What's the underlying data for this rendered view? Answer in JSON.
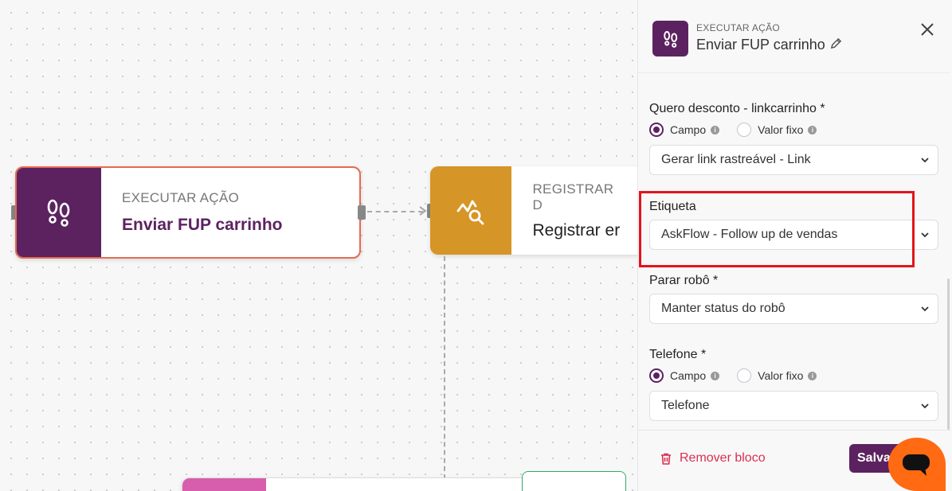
{
  "canvas": {
    "node1": {
      "type": "EXECUTAR AÇÃO",
      "name": "Enviar FUP carrinho",
      "icon": "footprints-icon"
    },
    "node2": {
      "type": "REGISTRAR D",
      "name": "Registrar er",
      "icon": "chart-search-icon"
    }
  },
  "panel": {
    "kicker": "EXECUTAR AÇÃO",
    "title": "Enviar FUP carrinho",
    "fields": {
      "desconto": {
        "label": "Quero desconto - linkcarrinho *",
        "radio_campo": "Campo",
        "radio_valor": "Valor fixo",
        "selected": "Campo",
        "value": "Gerar link rastreável - Link"
      },
      "etiqueta": {
        "label": "Etiqueta",
        "value": "AskFlow - Follow up de vendas"
      },
      "parar_robo": {
        "label": "Parar robô *",
        "value": "Manter status do robô"
      },
      "telefone": {
        "label": "Telefone *",
        "radio_campo": "Campo",
        "radio_valor": "Valor fixo",
        "selected": "Campo",
        "value": "Telefone"
      }
    },
    "footer": {
      "remove_label": "Remover bloco",
      "save_label": "Salvar"
    }
  },
  "colors": {
    "brand": "#5c2260",
    "danger": "#d9304e",
    "highlight": "#e3141b",
    "chat": "#ff6a13"
  }
}
